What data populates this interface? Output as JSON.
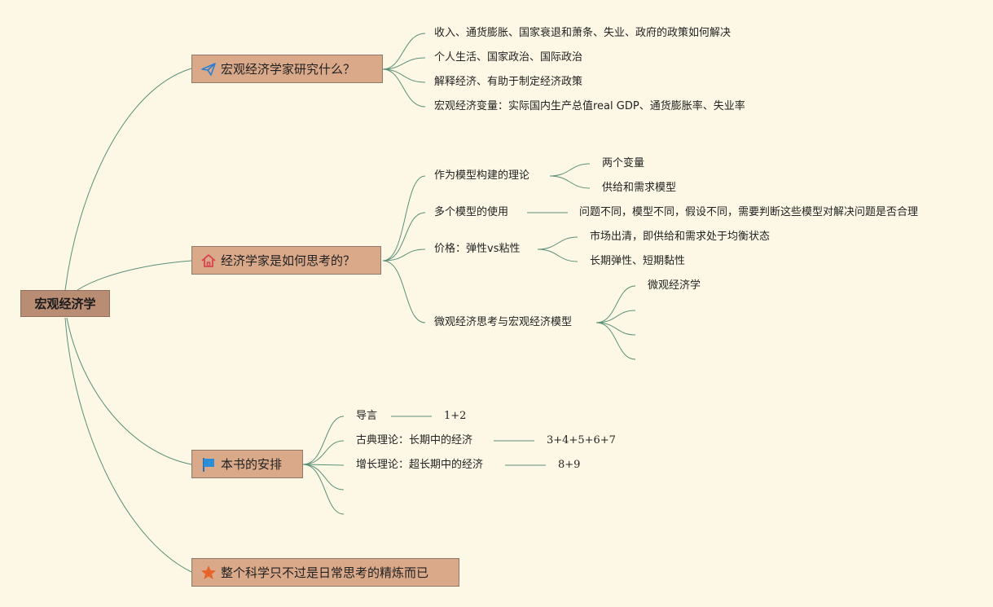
{
  "root": {
    "label": "宏观经济学"
  },
  "branches": [
    {
      "label": "宏观经济学家研究什么？",
      "icon": "paper-plane-icon",
      "children": [
        "收入、通货膨胀、国家衰退和萧条、失业、政府的政策如何解决",
        "个人生活、国家政治、国际政治",
        "解释经济、有助于制定经济政策",
        "宏观经济变量：实际国内生产总值real GDP、通货膨胀率、失业率"
      ]
    },
    {
      "label": "经济学家是如何思考的？",
      "icon": "home-icon",
      "children": [
        {
          "label": "作为模型构建的理论",
          "children": [
            "两个变量",
            "供给和需求模型"
          ]
        },
        {
          "label": "多个模型的使用",
          "children": [
            "问题不同，模型不同，假设不同，需要判断这些模型对解决问题是否合理"
          ]
        },
        {
          "label": "价格：弹性vs粘性",
          "children": [
            "市场出清，即供给和需求处于均衡状态",
            "长期弹性、短期黏性"
          ]
        },
        {
          "label": "微观经济思考与宏观经济模型",
          "children": [
            "微观经济学",
            "",
            "",
            ""
          ]
        }
      ]
    },
    {
      "label": "本书的安排",
      "icon": "flag-icon",
      "children": [
        {
          "label": "导言",
          "children": [
            "1+2"
          ]
        },
        {
          "label": "古典理论：长期中的经济",
          "children": [
            "3+4+5+6+7"
          ]
        },
        {
          "label": "增长理论：超长期中的经济",
          "children": [
            "8+9"
          ]
        },
        {
          "label": "",
          "children": []
        },
        {
          "label": "",
          "children": []
        }
      ]
    },
    {
      "label": "整个科学只不过是日常思考的精炼而已",
      "icon": "star-icon",
      "children": []
    }
  ],
  "colors": {
    "background": "#fdf8e6",
    "root": "#b98c74",
    "branch": "#d9a98a",
    "connector": "#5a8f78",
    "plane_icon": "#2a7fd4",
    "home_icon": "#d9434e",
    "flag_icon": "#2a8fd8",
    "star_icon": "#e8622c"
  }
}
